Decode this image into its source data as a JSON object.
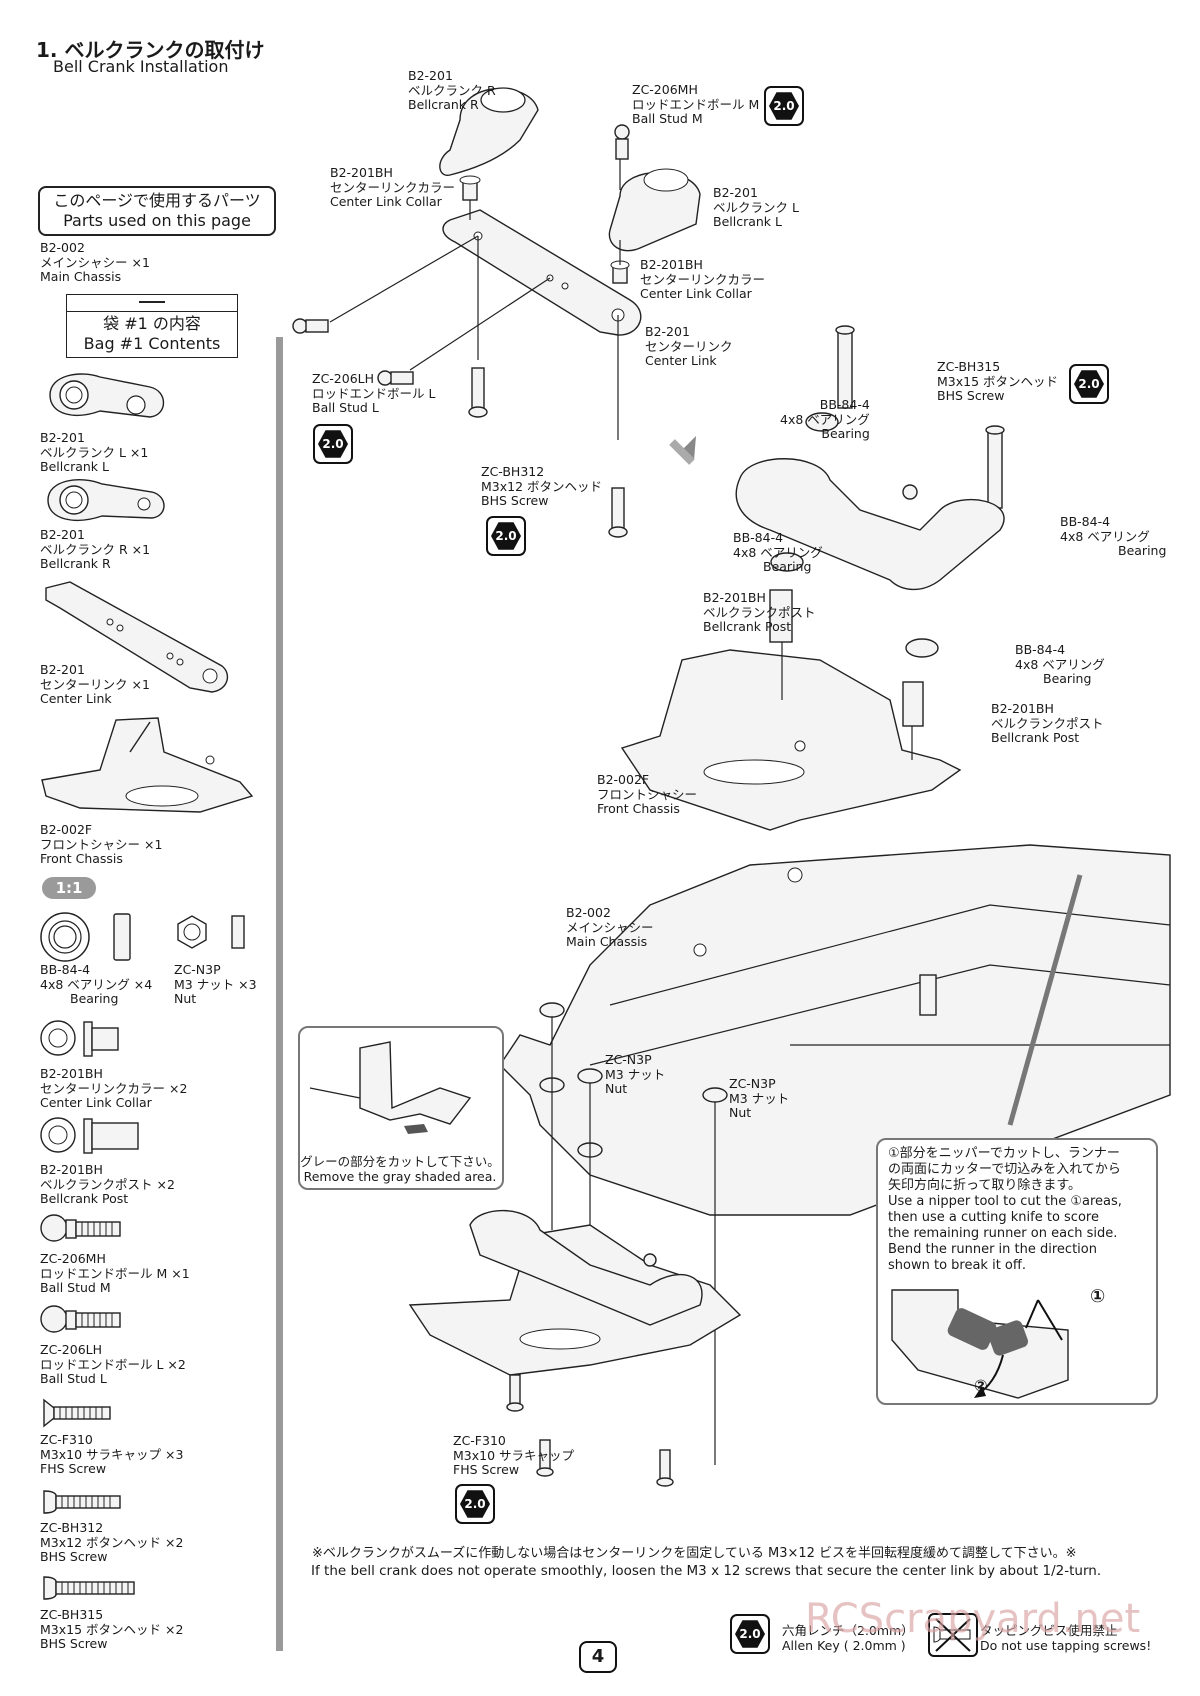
{
  "title": {
    "jp": "1. ベルクランクの取付け",
    "en": "Bell Crank Installation"
  },
  "parts_box": {
    "jp": "このページで使用するパーツ",
    "en": "Parts used on this page"
  },
  "main_chassis": {
    "code": "B2-002",
    "jp": "メインシャシー ×1",
    "en": "Main Chassis"
  },
  "bag": {
    "jp": "袋 #1 の内容",
    "en": "Bag #1 Contents"
  },
  "sidebar_parts": [
    {
      "code": "B2-201",
      "jp": "ベルクランク L ×1",
      "en": "Bellcrank L"
    },
    {
      "code": "B2-201",
      "jp": "ベルクランク R ×1",
      "en": "Bellcrank R"
    },
    {
      "code": "B2-201",
      "jp": "センターリンク ×1",
      "en": "Center Link"
    },
    {
      "code": "B2-002F",
      "jp": "フロントシャシー ×1",
      "en": "Front Chassis"
    }
  ],
  "scale_badge": "1:1",
  "bearing": {
    "code": "BB-84-4",
    "jp": "4x8 ベアリング ×4",
    "en": "Bearing"
  },
  "nut": {
    "code": "ZC-N3P",
    "jp": "M3 ナット ×3",
    "en": "Nut"
  },
  "hardware": [
    {
      "code": "B2-201BH",
      "jp": "センターリンクカラー ×2",
      "en": "Center Link Collar"
    },
    {
      "code": "B2-201BH",
      "jp": "ベルクランクポスト ×2",
      "en": "Bellcrank Post"
    },
    {
      "code": "ZC-206MH",
      "jp": "ロッドエンドボール M ×1",
      "en": "Ball Stud M"
    },
    {
      "code": "ZC-206LH",
      "jp": "ロッドエンドボール L ×2",
      "en": "Ball Stud L"
    },
    {
      "code": "ZC-F310",
      "jp": "M3x10 サラキャップ ×3",
      "en": "FHS Screw"
    },
    {
      "code": "ZC-BH312",
      "jp": "M3x12 ボタンヘッド ×2",
      "en": "BHS Screw"
    },
    {
      "code": "ZC-BH315",
      "jp": "M3x15 ボタンヘッド ×2",
      "en": "BHS Screw"
    }
  ],
  "callouts": {
    "bellcrank_r": {
      "code": "B2-201",
      "jp": "ベルクランク R",
      "en": "Bellcrank R"
    },
    "ball_stud_m": {
      "code": "ZC-206MH",
      "jp": "ロッドエンドボール M",
      "en": "Ball Stud M"
    },
    "collar_1": {
      "code": "B2-201BH",
      "jp": "センターリンクカラー",
      "en": "Center Link Collar"
    },
    "bellcrank_l": {
      "code": "B2-201",
      "jp": "ベルクランク L",
      "en": "Bellcrank L"
    },
    "collar_2": {
      "code": "B2-201BH",
      "jp": "センターリンクカラー",
      "en": "Center Link Collar"
    },
    "center_link": {
      "code": "B2-201",
      "jp": "センターリンク",
      "en": "Center Link"
    },
    "ball_stud_l": {
      "code": "ZC-206LH",
      "jp": "ロッドエンドボール L",
      "en": "Ball Stud L"
    },
    "bhs312": {
      "code": "ZC-BH312",
      "jp": "M3x12 ボタンヘッド",
      "en": "BHS Screw"
    },
    "bhs315": {
      "code": "ZC-BH315",
      "jp": "M3x15 ボタンヘッド",
      "en": "BHS Screw"
    },
    "bearing_1": {
      "code": "BB-84-4",
      "jp": "4x8 ベアリング",
      "en": "Bearing"
    },
    "bearing_2": {
      "code": "BB-84-4",
      "jp": "4x8 ベアリング",
      "en": "Bearing"
    },
    "bearing_3": {
      "code": "BB-84-4",
      "jp": "4x8 ベアリング",
      "en": "Bearing"
    },
    "bearing_4": {
      "code": "BB-84-4",
      "jp": "4x8 ベアリング",
      "en": "Bearing"
    },
    "post_1": {
      "code": "B2-201BH",
      "jp": "ベルクランクポスト",
      "en": "Bellcrank Post"
    },
    "post_2": {
      "code": "B2-201BH",
      "jp": "ベルクランクポスト",
      "en": "Bellcrank Post"
    },
    "front_chassis": {
      "code": "B2-002F",
      "jp": "フロントシャシー",
      "en": "Front Chassis"
    },
    "main_chassis": {
      "code": "B2-002",
      "jp": "メインシャシー",
      "en": "Main Chassis"
    },
    "nut_1": {
      "code": "ZC-N3P",
      "jp": "M3 ナット",
      "en": "Nut"
    },
    "nut_2": {
      "code": "ZC-N3P",
      "jp": "M3 ナット",
      "en": "Nut"
    },
    "fhs310": {
      "code": "ZC-F310",
      "jp": "M3x10 サラキャップ",
      "en": "FHS Screw"
    }
  },
  "tool_badge": "2.0",
  "gray_note": {
    "jp": "グレーの部分をカットして下さい。",
    "en": "Remove the gray shaded area."
  },
  "runner_note": {
    "jp1": "①部分をニッパーでカットし、ランナー",
    "jp2": "の両面にカッターで切込みを入れてから",
    "jp3": "矢印方向に折って取り除きます。",
    "en1": "Use a nipper tool to cut the ①areas,",
    "en2": "then use a cutting knife to score",
    "en3": "the remaining runner on each side.",
    "en4": "Bend the runner in the direction",
    "en5": "shown to break it off.",
    "mark1": "①",
    "mark2": "②"
  },
  "footnote": {
    "jp": "※ベルクランクがスムーズに作動しない場合はセンターリンクを固定している M3×12 ビスを半回転程度緩めて調整して下さい。※",
    "en": "If the bell crank does not operate smoothly, loosen the M3 x 12 screws that secure the center link by about 1/2-turn."
  },
  "legend": {
    "allen_jp": "六角レンチ（2.0mm）",
    "allen_en": "Allen Key ( 2.0mm )",
    "tap_jp": "タッピングビス使用禁止",
    "tap_en": "Do not use tapping screws!"
  },
  "page_number": "4",
  "watermark": "RCScrapyard.net"
}
